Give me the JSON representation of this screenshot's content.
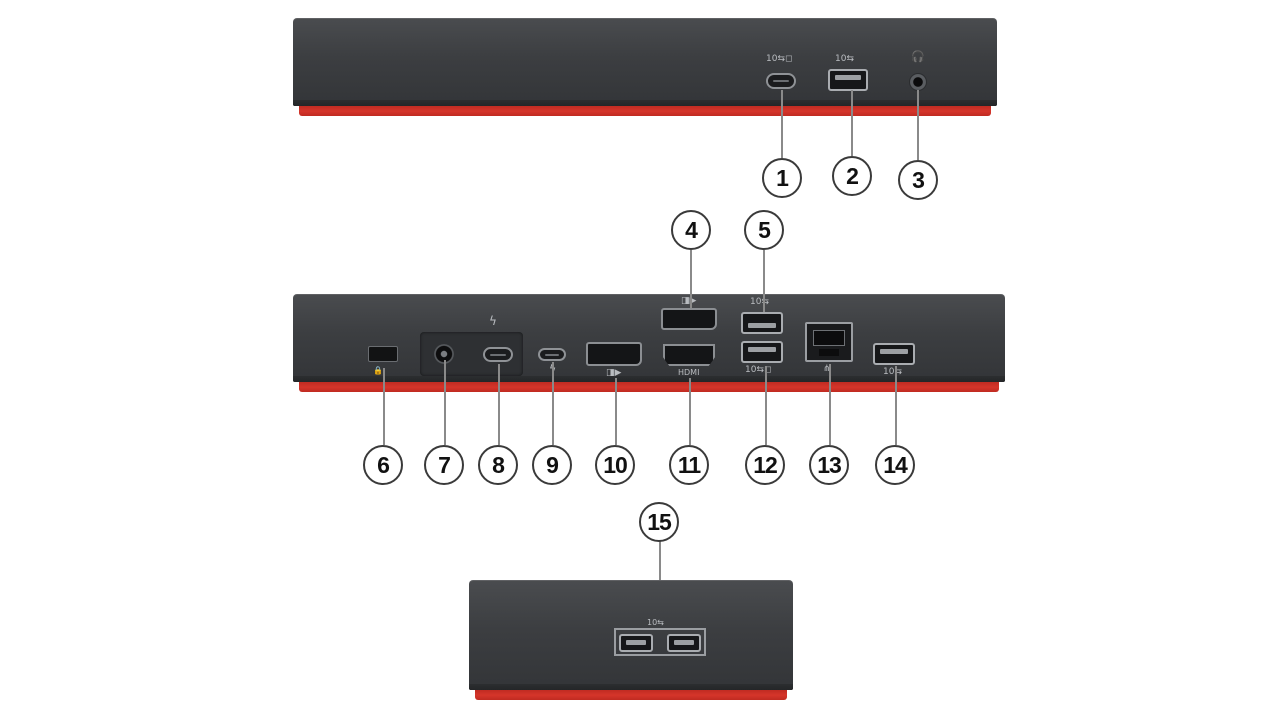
{
  "callouts": [
    "1",
    "2",
    "3",
    "4",
    "5",
    "6",
    "7",
    "8",
    "9",
    "10",
    "11",
    "12",
    "13",
    "14",
    "15"
  ],
  "port_icons": {
    "usb_c_10g": "10⇆◻",
    "usb_a_10g": "10⇆",
    "headset": "🎧",
    "displayport": "◨▶",
    "hdmi": "HDMI",
    "ethernet": "⋔",
    "thunderbolt": "ϟ",
    "lock": "🔒"
  },
  "colors": {
    "dock_body": "#3c3e41",
    "dock_accent_red": "#d5352a",
    "callout_border": "#3a3a3a",
    "leader_line": "#8a8a8a"
  }
}
